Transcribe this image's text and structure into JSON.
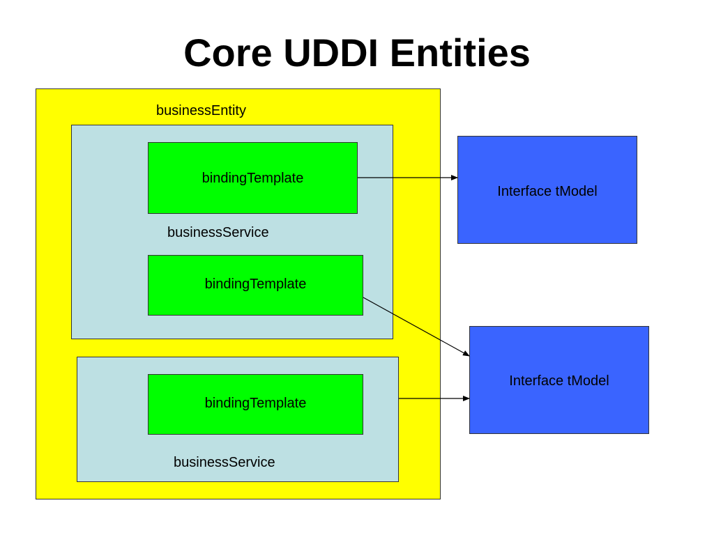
{
  "title": "Core UDDI Entities",
  "diagram": {
    "business_entity": {
      "label": "businessEntity",
      "color": "#ffff00"
    },
    "business_services": [
      {
        "label": "businessService",
        "color": "#bde0e3",
        "binding_templates": [
          {
            "label": "bindingTemplate",
            "color": "#00ff00"
          },
          {
            "label": "bindingTemplate",
            "color": "#00ff00"
          }
        ]
      },
      {
        "label": "businessService",
        "color": "#bde0e3",
        "binding_templates": [
          {
            "label": "bindingTemplate",
            "color": "#00ff00"
          }
        ]
      }
    ],
    "tmodels": [
      {
        "label": "Interface tModel",
        "color": "#3a64ff"
      },
      {
        "label": "Interface tModel",
        "color": "#3a64ff"
      }
    ],
    "connections": [
      {
        "from": "businessService[0].bindingTemplate[0]",
        "to": "tmodels[0]"
      },
      {
        "from": "businessService[0].bindingTemplate[1]",
        "to": "tmodels[1]"
      },
      {
        "from": "businessService[1]",
        "to": "tmodels[1]"
      }
    ]
  }
}
